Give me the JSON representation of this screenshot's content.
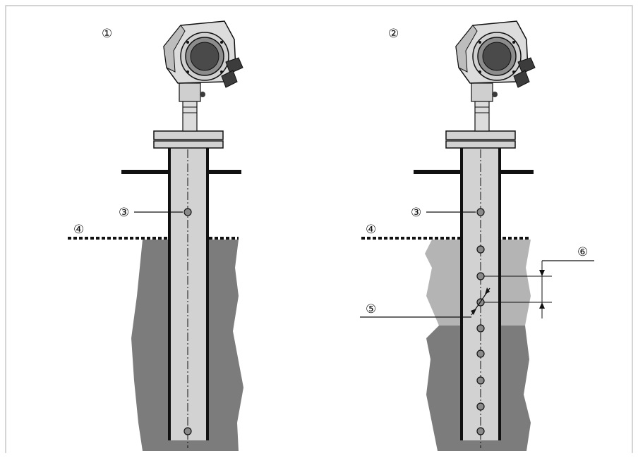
{
  "colors": {
    "frame": "#b9b9b9",
    "pipe_fill": "#d2d2d2",
    "pipe_wall": "#111111",
    "liquid_dark": "#7c7c7c",
    "liquid_light": "#b4b4b4",
    "hole": "#8a8a8a",
    "housing_light": "#dcdcdc",
    "housing_dark": "#4a4a4a"
  },
  "labels": {
    "c1": "①",
    "c2": "②",
    "c3a": "③",
    "c3b": "③",
    "c4a": "④",
    "c4b": "④",
    "c5": "⑤",
    "c6": "⑥"
  }
}
